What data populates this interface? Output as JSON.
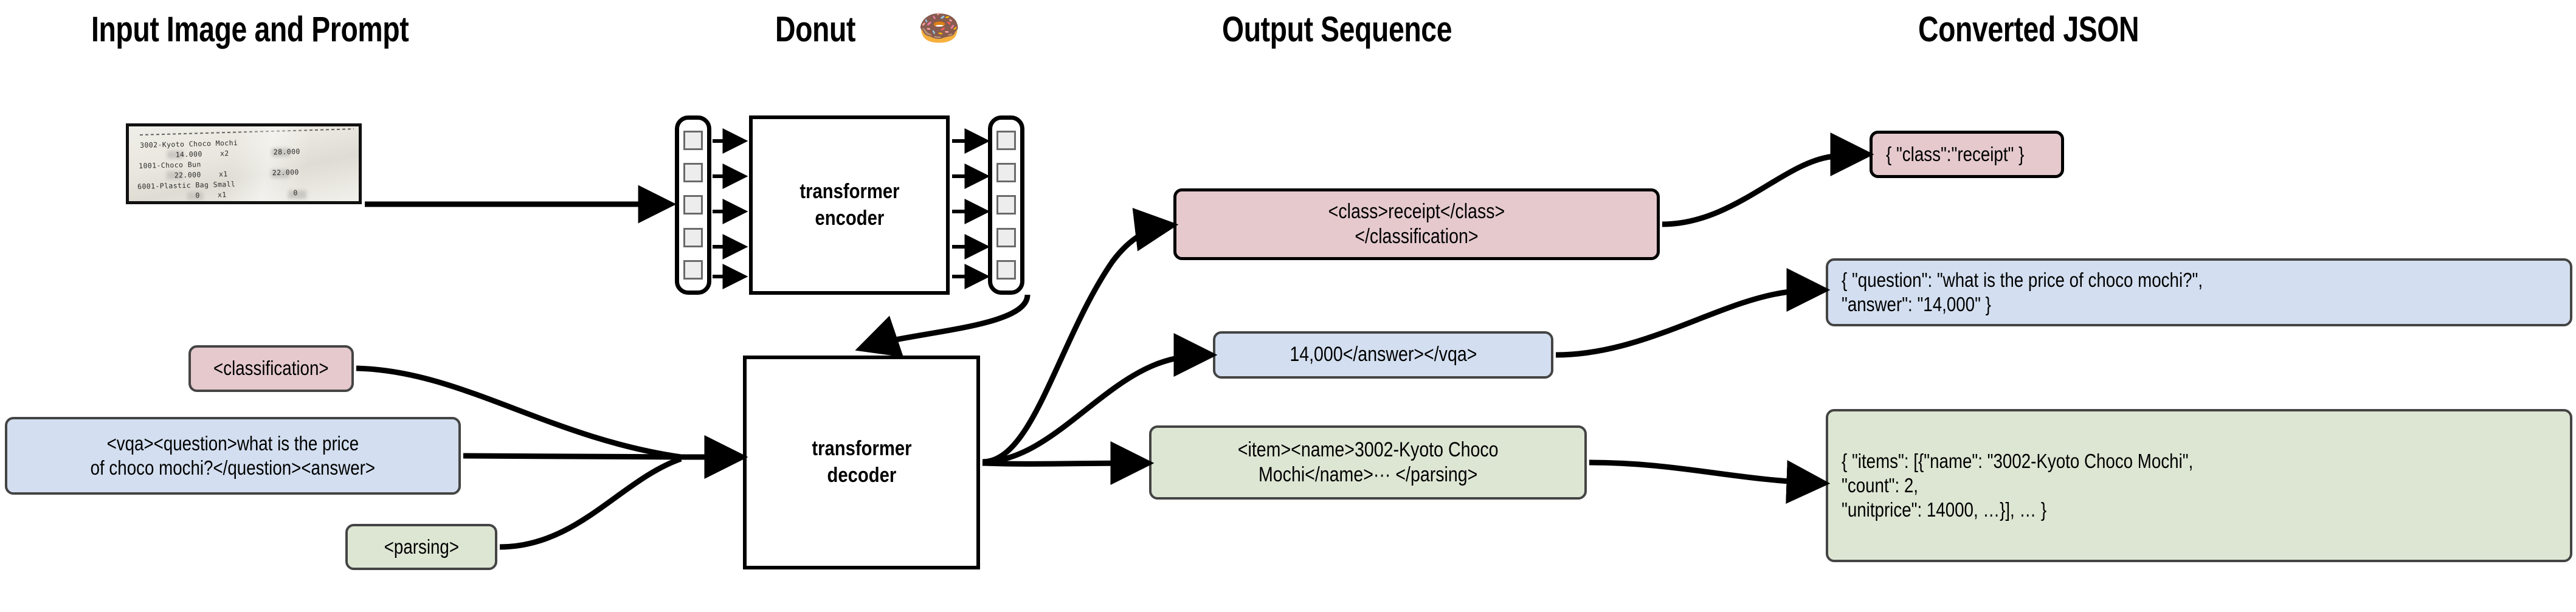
{
  "headers": {
    "input": "Input Image and Prompt",
    "model": "Donut",
    "model_icon": "donut-emoji",
    "output": "Output Sequence",
    "json": "Converted JSON"
  },
  "receipt": {
    "lines": [
      "3002-Kyoto Choco Mochi",
      "        14.000    x2          28.000",
      "1001-Choco Bun",
      "        22.000    x1          22.000",
      "6001-Plastic Bag Small",
      "             0    x1               0"
    ],
    "items": [
      {
        "name": "3002-Kyoto Choco Mochi",
        "unitprice": "14.000",
        "count": "x2",
        "total": "28.000"
      },
      {
        "name": "1001-Choco Bun",
        "unitprice": "22.000",
        "count": "x1",
        "total": "22.000"
      },
      {
        "name": "6001-Plastic Bag Small",
        "unitprice": "0",
        "count": "x1",
        "total": "0"
      }
    ]
  },
  "model": {
    "encoder_label": "transformer\nencoder",
    "decoder_label": "transformer\ndecoder",
    "encoder_input_token_count": 5,
    "encoder_output_token_count": 5
  },
  "prompts": [
    {
      "id": "classification",
      "text": "<classification>",
      "color": "#e5c9cd"
    },
    {
      "id": "vqa",
      "text": "<vqa><question>what is the price\nof choco mochi?</question><answer>",
      "color": "#d3dff0"
    },
    {
      "id": "parsing",
      "text": "<parsing>",
      "color": "#dde6d3"
    }
  ],
  "outputs": [
    {
      "id": "classification-output",
      "text": "<class>receipt</class>\n</classification>",
      "color": "#e5c9cd"
    },
    {
      "id": "vqa-output",
      "text": "14,000</answer></vqa>",
      "color": "#d3dff0"
    },
    {
      "id": "parsing-output",
      "text": "<item><name>3002-Kyoto Choco\nMochi</name>··· </parsing>",
      "color": "#dde6d3"
    }
  ],
  "json_results": [
    {
      "id": "classification-json",
      "text": "{ \"class\":\"receipt\" }",
      "color": "#e5c9cd"
    },
    {
      "id": "vqa-json",
      "text": "{ \"question\": \"what is the price of choco mochi?\",\n   \"answer\": \"14,000\" }",
      "color": "#d3dff0"
    },
    {
      "id": "parsing-json",
      "text": "{ \"items\": [{\"name\": \"3002-Kyoto Choco Mochi\",\n      \"count\": 2,\n      \"unitprice\": 14000, …}], … }",
      "color": "#dde6d3"
    }
  ],
  "colors": {
    "pink": "#e5c9cd",
    "blue": "#d3dff0",
    "green": "#dde6d3",
    "border": "#3a3a3a",
    "line": "#000000",
    "token_fill": "#ededed"
  }
}
